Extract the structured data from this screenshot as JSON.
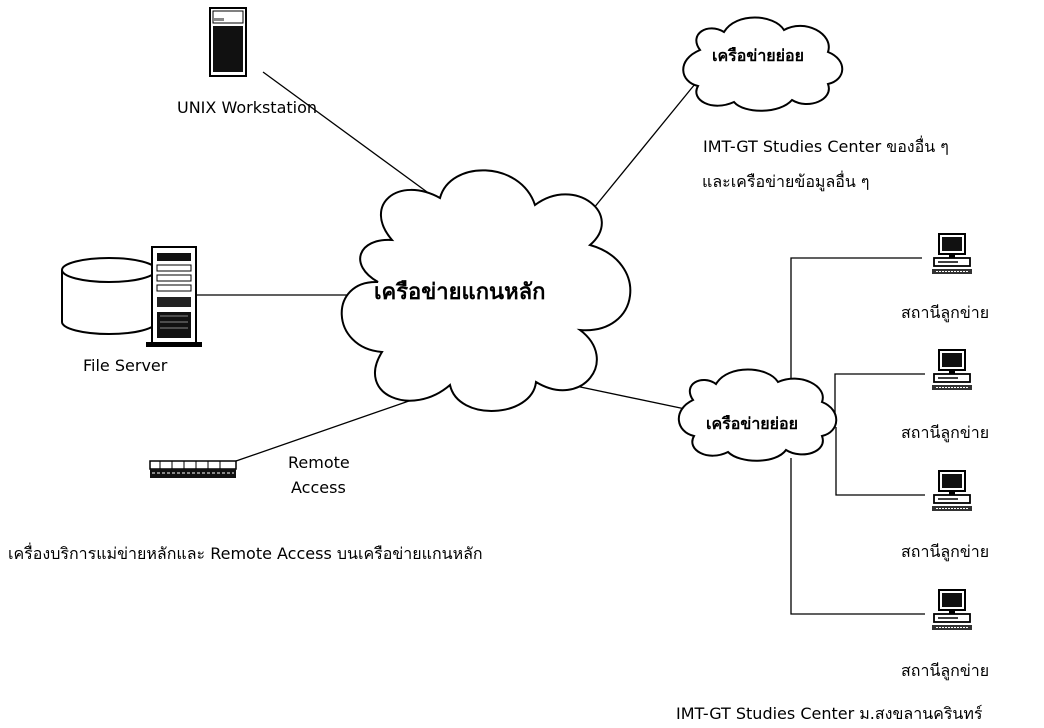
{
  "diagram": {
    "backbone_label": "เครือข่ายแกนหลัก",
    "subnet_top_label": "เครือข่ายย่อย",
    "subnet_bottom_label": "เครือข่ายย่อย",
    "unix_label": "UNIX Workstation",
    "file_server_label": "File Server",
    "remote_access_line1": "Remote",
    "remote_access_line2": "Access",
    "backbone_caption": "เครื่องบริการแม่ข่ายหลักและ Remote Access บนเครือข่ายแกนหลัก",
    "other_centers_line1": "IMT-GT Studies Center ของอื่น ๆ",
    "other_centers_line2": "และเครือข่ายข้อมูลอื่น ๆ",
    "client_label": "สถานีลูกข่าย",
    "clients": [
      "สถานีลูกข่าย",
      "สถานีลูกข่าย",
      "สถานีลูกข่าย",
      "สถานีลูกข่าย"
    ],
    "bottom_caption": "IMT-GT Studies Center  ม.สงขลานครินทร์"
  },
  "icons": {
    "unix_workstation": "workstation-icon",
    "file_server": "server-tower-icon",
    "storage": "disk-cylinder-icon",
    "remote_access": "modem-rack-icon",
    "client": "desktop-computer-icon",
    "cloud": "cloud-icon"
  }
}
